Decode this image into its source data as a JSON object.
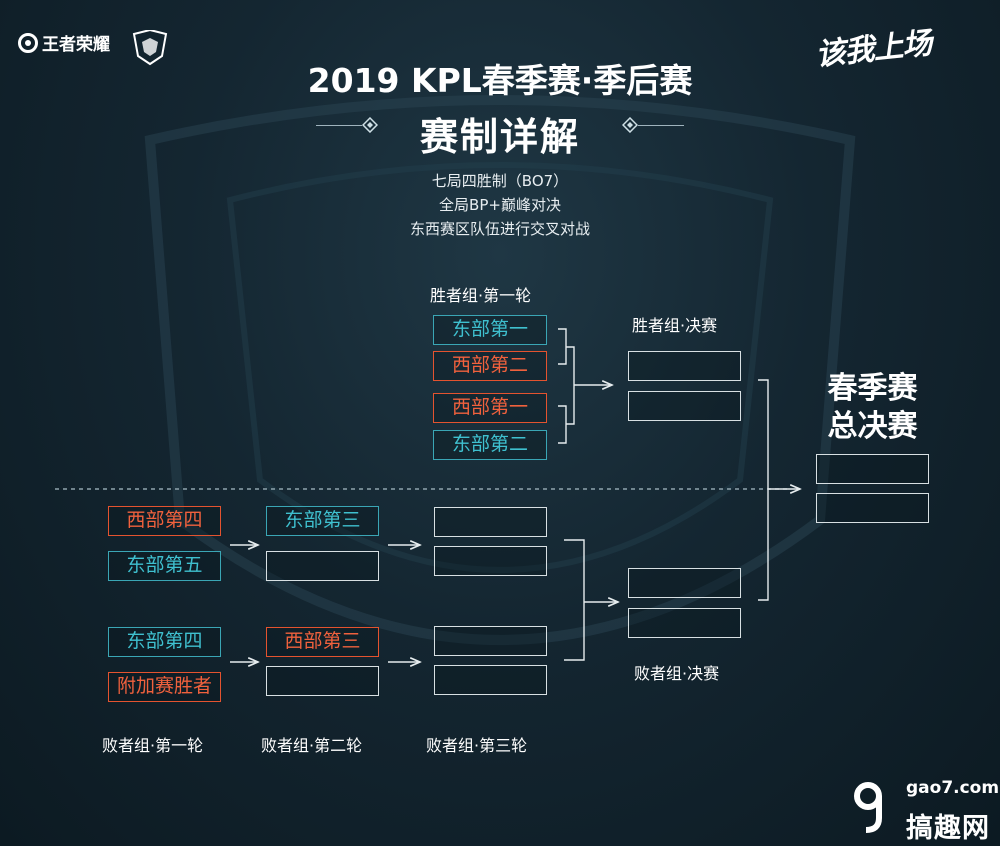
{
  "header": {
    "logo_text": "王者荣耀",
    "slogan": "该我上场",
    "title": "2019 KPL春季赛·季后赛",
    "subtitle": "赛制详解"
  },
  "rules": [
    "七局四胜制（BO7）",
    "全局BP+巅峰对决",
    "东西赛区队伍进行交叉对战"
  ],
  "labels": {
    "winners_r1": "胜者组·第一轮",
    "winners_final": "胜者组·决赛",
    "losers_final": "败者组·决赛",
    "losers_r1": "败者组·第一轮",
    "losers_r2": "败者组·第二轮",
    "losers_r3": "败者组·第三轮",
    "grand_final": [
      "春季赛",
      "总决赛"
    ]
  },
  "winners_r1": [
    "东部第一",
    "西部第二",
    "西部第一",
    "东部第二"
  ],
  "losers_r1": [
    "西部第四",
    "东部第五",
    "东部第四",
    "附加赛胜者"
  ],
  "losers_r2": [
    "东部第三",
    "西部第三"
  ],
  "colors": {
    "east": "#3fc0cf",
    "west": "#f0613d",
    "bg": "#142631"
  },
  "watermark": {
    "domain": "gao7.com",
    "name": "搞趣网"
  }
}
